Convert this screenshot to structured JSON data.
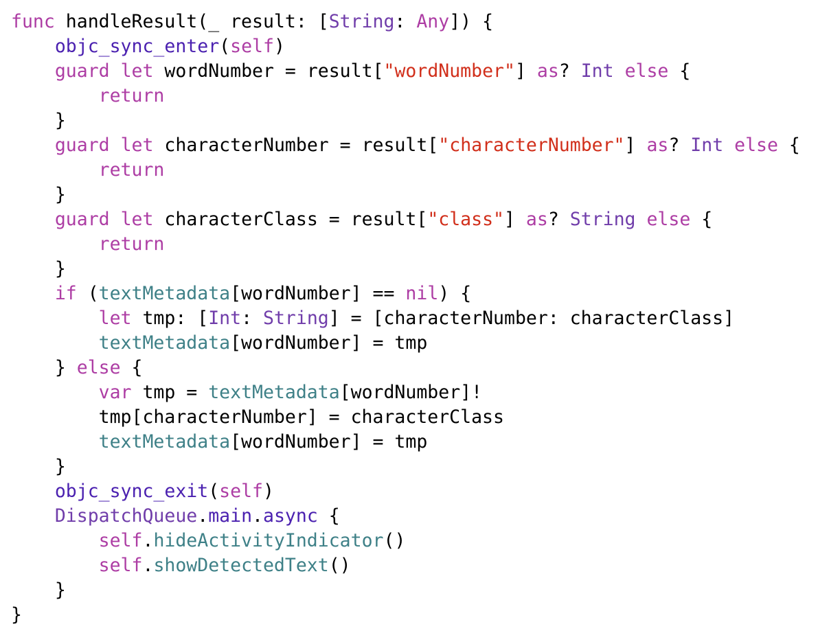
{
  "colors": {
    "keyword": "#ad3da4",
    "string": "#d12f1b",
    "type": "#703daa",
    "property": "#3e8087",
    "function": "#4b21b0",
    "plain": "#000000",
    "background": "#ffffff"
  },
  "code": {
    "language": "Swift",
    "lines": [
      [
        [
          "kw",
          "func"
        ],
        [
          "plain",
          " handleResult(_ result: ["
        ],
        [
          "type",
          "String"
        ],
        [
          "plain",
          ": "
        ],
        [
          "kw",
          "Any"
        ],
        [
          "plain",
          "]) {"
        ]
      ],
      [
        [
          "plain",
          "    "
        ],
        [
          "fn",
          "objc_sync_enter"
        ],
        [
          "plain",
          "("
        ],
        [
          "kw",
          "self"
        ],
        [
          "plain",
          ")"
        ]
      ],
      [
        [
          "plain",
          "    "
        ],
        [
          "kw",
          "guard"
        ],
        [
          "plain",
          " "
        ],
        [
          "kw",
          "let"
        ],
        [
          "plain",
          " wordNumber = result["
        ],
        [
          "str",
          "\"wordNumber\""
        ],
        [
          "plain",
          "] "
        ],
        [
          "kw",
          "as"
        ],
        [
          "plain",
          "? "
        ],
        [
          "type",
          "Int"
        ],
        [
          "plain",
          " "
        ],
        [
          "kw",
          "else"
        ],
        [
          "plain",
          " {"
        ]
      ],
      [
        [
          "plain",
          "        "
        ],
        [
          "kw",
          "return"
        ]
      ],
      [
        [
          "plain",
          "    }"
        ]
      ],
      [
        [
          "plain",
          "    "
        ],
        [
          "kw",
          "guard"
        ],
        [
          "plain",
          " "
        ],
        [
          "kw",
          "let"
        ],
        [
          "plain",
          " characterNumber = result["
        ],
        [
          "str",
          "\"characterNumber\""
        ],
        [
          "plain",
          "] "
        ],
        [
          "kw",
          "as"
        ],
        [
          "plain",
          "? "
        ],
        [
          "type",
          "Int"
        ],
        [
          "plain",
          " "
        ],
        [
          "kw",
          "else"
        ],
        [
          "plain",
          " {"
        ]
      ],
      [
        [
          "plain",
          "        "
        ],
        [
          "kw",
          "return"
        ]
      ],
      [
        [
          "plain",
          "    }"
        ]
      ],
      [
        [
          "plain",
          "    "
        ],
        [
          "kw",
          "guard"
        ],
        [
          "plain",
          " "
        ],
        [
          "kw",
          "let"
        ],
        [
          "plain",
          " characterClass = result["
        ],
        [
          "str",
          "\"class\""
        ],
        [
          "plain",
          "] "
        ],
        [
          "kw",
          "as"
        ],
        [
          "plain",
          "? "
        ],
        [
          "type",
          "String"
        ],
        [
          "plain",
          " "
        ],
        [
          "kw",
          "else"
        ],
        [
          "plain",
          " {"
        ]
      ],
      [
        [
          "plain",
          "        "
        ],
        [
          "kw",
          "return"
        ]
      ],
      [
        [
          "plain",
          "    }"
        ]
      ],
      [
        [
          "plain",
          "    "
        ],
        [
          "kw",
          "if"
        ],
        [
          "plain",
          " ("
        ],
        [
          "prop",
          "textMetadata"
        ],
        [
          "plain",
          "[wordNumber] == "
        ],
        [
          "kw",
          "nil"
        ],
        [
          "plain",
          ") {"
        ]
      ],
      [
        [
          "plain",
          "        "
        ],
        [
          "kw",
          "let"
        ],
        [
          "plain",
          " tmp: ["
        ],
        [
          "type",
          "Int"
        ],
        [
          "plain",
          ": "
        ],
        [
          "type",
          "String"
        ],
        [
          "plain",
          "] = [characterNumber: characterClass]"
        ]
      ],
      [
        [
          "plain",
          "        "
        ],
        [
          "prop",
          "textMetadata"
        ],
        [
          "plain",
          "[wordNumber] = tmp"
        ]
      ],
      [
        [
          "plain",
          "    } "
        ],
        [
          "kw",
          "else"
        ],
        [
          "plain",
          " {"
        ]
      ],
      [
        [
          "plain",
          "        "
        ],
        [
          "kw",
          "var"
        ],
        [
          "plain",
          " tmp = "
        ],
        [
          "prop",
          "textMetadata"
        ],
        [
          "plain",
          "[wordNumber]!"
        ]
      ],
      [
        [
          "plain",
          "        tmp[characterNumber] = characterClass"
        ]
      ],
      [
        [
          "plain",
          "        "
        ],
        [
          "prop",
          "textMetadata"
        ],
        [
          "plain",
          "[wordNumber] = tmp"
        ]
      ],
      [
        [
          "plain",
          "    }"
        ]
      ],
      [
        [
          "plain",
          "    "
        ],
        [
          "fn",
          "objc_sync_exit"
        ],
        [
          "plain",
          "("
        ],
        [
          "kw",
          "self"
        ],
        [
          "plain",
          ")"
        ]
      ],
      [
        [
          "plain",
          "    "
        ],
        [
          "type",
          "DispatchQueue"
        ],
        [
          "plain",
          "."
        ],
        [
          "fn",
          "main"
        ],
        [
          "plain",
          "."
        ],
        [
          "fn",
          "async"
        ],
        [
          "plain",
          " {"
        ]
      ],
      [
        [
          "plain",
          "        "
        ],
        [
          "kw",
          "self"
        ],
        [
          "plain",
          "."
        ],
        [
          "prop",
          "hideActivityIndicator"
        ],
        [
          "plain",
          "()"
        ]
      ],
      [
        [
          "plain",
          "        "
        ],
        [
          "kw",
          "self"
        ],
        [
          "plain",
          "."
        ],
        [
          "prop",
          "showDetectedText"
        ],
        [
          "plain",
          "()"
        ]
      ],
      [
        [
          "plain",
          "    }"
        ]
      ],
      [
        [
          "plain",
          "}"
        ]
      ]
    ]
  }
}
